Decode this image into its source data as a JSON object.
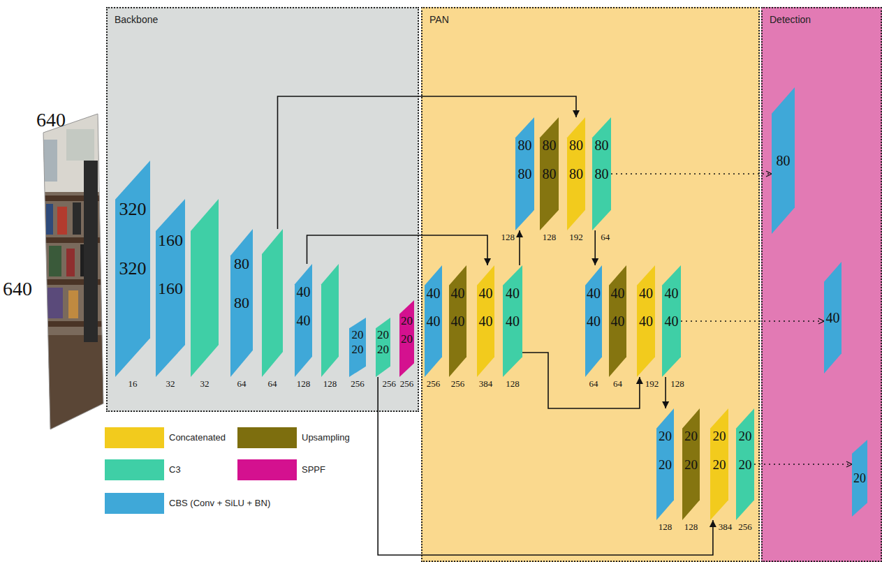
{
  "diagram": {
    "nodes": [
      {
        "text": [
          "Backbone"
        ]
      },
      {
        "text": [
          "320",
          "320",
          "16"
        ],
        "in": 0
      },
      {
        "text": [
          "160",
          "160",
          "32"
        ],
        "in": 0
      },
      {
        "text": [
          "32"
        ],
        "in": 0
      },
      {
        "text": [
          "80",
          "80",
          "64"
        ],
        "in": 0
      },
      {
        "text": [
          "64"
        ],
        "in": 0
      },
      {
        "text": [
          "40",
          "40",
          "128"
        ],
        "in": 0
      },
      {
        "text": [
          "128"
        ],
        "in": 0
      },
      {
        "text": [
          "20",
          "20",
          "256"
        ],
        "in": 0
      },
      {
        "text": [
          "20",
          "20",
          "256"
        ],
        "in": 0
      },
      {
        "text": [
          "20",
          "20",
          "256"
        ],
        "in": 0
      },
      {
        "text": [
          "PAN"
        ]
      },
      {
        "text": [
          "40",
          "40",
          "256"
        ],
        "in": 11
      },
      {
        "text": [
          "40",
          "40",
          "256"
        ],
        "in": 11
      },
      {
        "text": [
          "40",
          "40",
          "384"
        ],
        "in": 11
      },
      {
        "text": [
          "40",
          "40",
          "128"
        ],
        "in": 11
      },
      {
        "text": [
          "80",
          "80",
          "128"
        ],
        "in": 11
      },
      {
        "text": [
          "80",
          "80",
          "128"
        ],
        "in": 11
      },
      {
        "text": [
          "80",
          "80",
          "192"
        ],
        "in": 11
      },
      {
        "text": [
          "80",
          "80",
          "64"
        ],
        "in": 11
      },
      {
        "text": [
          "40",
          "40",
          "64"
        ],
        "in": 11
      },
      {
        "text": [
          "40",
          "40",
          "64"
        ],
        "in": 11
      },
      {
        "text": [
          "40",
          "40",
          "192"
        ],
        "in": 11
      },
      {
        "text": [
          "40",
          "40",
          "128"
        ],
        "in": 11
      },
      {
        "text": [
          "20",
          "20",
          "128"
        ],
        "in": 11
      },
      {
        "text": [
          "20",
          "20",
          "128"
        ],
        "in": 11
      },
      {
        "text": [
          "20",
          "20",
          "384"
        ],
        "in": 11
      },
      {
        "text": [
          "20",
          "20",
          "256"
        ],
        "in": 11
      },
      {
        "text": [
          "Detection"
        ]
      },
      {
        "text": [
          "80"
        ],
        "in": 28
      },
      {
        "text": [
          "40"
        ],
        "in": 28
      },
      {
        "text": [
          "20"
        ],
        "in": 28
      }
    ],
    "edges": [
      {
        "from": 5,
        "to": 18,
        "arrow": "to"
      },
      {
        "from": 6,
        "to": 14,
        "arrow": "to"
      },
      {
        "from": 9,
        "to": 26,
        "arrow": "to"
      },
      {
        "from": 15,
        "to": 16,
        "arrow": "to"
      },
      {
        "from": 15,
        "to": 22,
        "arrow": "to"
      },
      {
        "from": 19,
        "to": 20,
        "arrow": "to"
      },
      {
        "from": 23,
        "to": 24,
        "arrow": "to"
      },
      {
        "from": 19,
        "to": 29,
        "arrow": "to"
      },
      {
        "from": 23,
        "to": 30,
        "arrow": "to"
      },
      {
        "from": 27,
        "to": 31,
        "arrow": "to"
      }
    ],
    "labels": [
      "640",
      "640"
    ],
    "legend": [
      {
        "text": "Concatenated",
        "color": "#f2cb1d"
      },
      {
        "text": "Upsampling",
        "color": "#7d6e0e"
      },
      {
        "text": "C3",
        "color": "#3fcfa6"
      },
      {
        "text": "SPPF",
        "color": "#d4118f"
      },
      {
        "text": "CBS (Conv + SiLU + BN)",
        "color": "#3fa8d8"
      }
    ]
  }
}
